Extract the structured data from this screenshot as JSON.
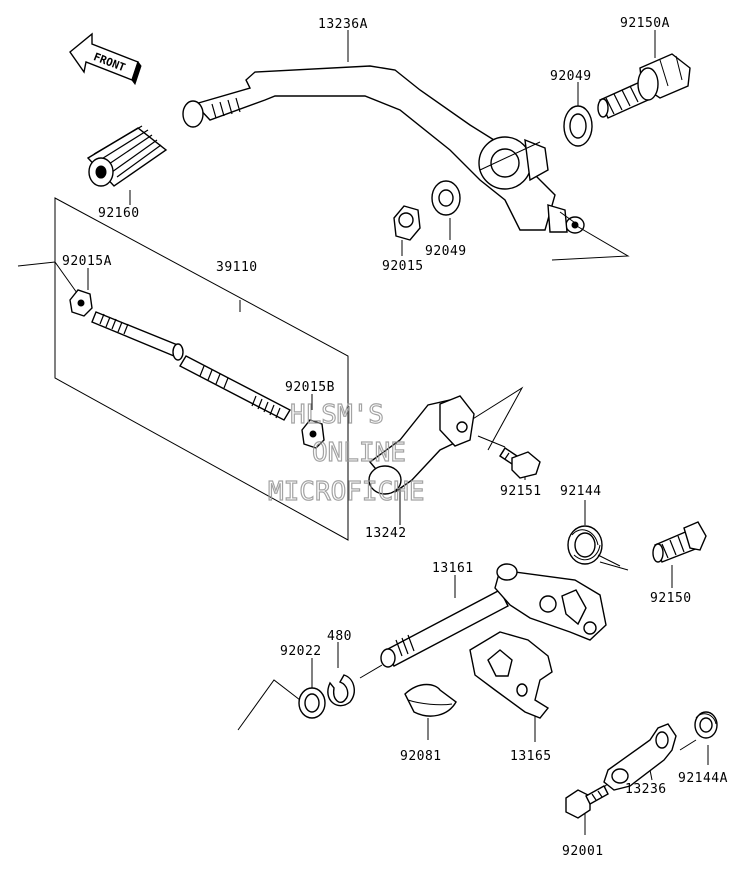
{
  "front_marker": {
    "text": "FRONT"
  },
  "parts": [
    {
      "ref": "13236A"
    },
    {
      "ref": "92150A"
    },
    {
      "ref": "92049"
    },
    {
      "ref": "92160"
    },
    {
      "ref": "92049"
    },
    {
      "ref": "92015"
    },
    {
      "ref": "92015A"
    },
    {
      "ref": "39110"
    },
    {
      "ref": "92015B"
    },
    {
      "ref": "13242"
    },
    {
      "ref": "92151"
    },
    {
      "ref": "92144"
    },
    {
      "ref": "13161"
    },
    {
      "ref": "92150"
    },
    {
      "ref": "480"
    },
    {
      "ref": "92022"
    },
    {
      "ref": "92081"
    },
    {
      "ref": "13165"
    },
    {
      "ref": "92144A"
    },
    {
      "ref": "13236"
    },
    {
      "ref": "92001"
    }
  ],
  "watermark": {
    "lines": [
      "HLSM'S",
      "ONLINE",
      "MICROFICHE"
    ]
  }
}
